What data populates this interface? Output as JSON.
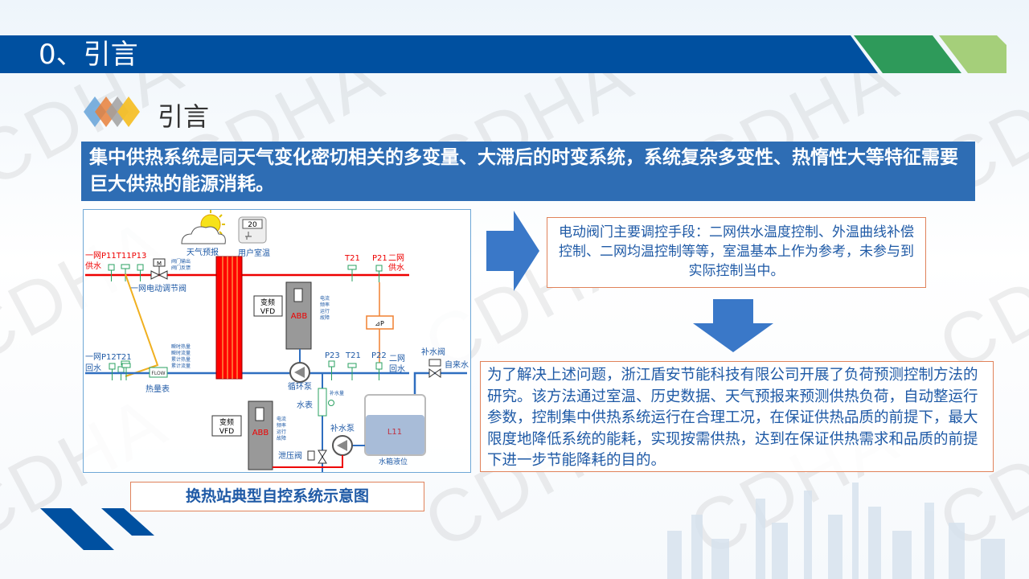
{
  "header": {
    "title": "0、引言"
  },
  "section": {
    "title": "引言"
  },
  "intro": "集中供热系统是同天气变化密切相关的多变量、大滞后的时变系统，系统复杂多变性、热惰性大等特征需要巨大供热的能源消耗。",
  "watermark": "CDHA",
  "diagram": {
    "caption": "换热站典型自控系统示意图",
    "thermostat_value": "20",
    "weather": "天气预报",
    "room_temp": "用户室温",
    "supply1_sensors": "一网P11T11P13",
    "supply1": "供水",
    "valve_m": "M",
    "valve_out": "阀门输出",
    "valve_fb": "阀门反馈",
    "valve1": "一网电动调节阀",
    "return1_sensors": "一网P12T21",
    "return1": "回水",
    "meter_lines": [
      "瞬时热量",
      "瞬时流量",
      "累计热量",
      "累计流量"
    ],
    "flow": "FLOW",
    "heat_meter": "热量表",
    "vfd1": [
      "变频",
      "VFD"
    ],
    "abb": "ABB",
    "drive_lines": [
      "电流",
      "频率",
      "运行",
      "故障"
    ],
    "circ_pump": "循环泵",
    "t21_top": "T21",
    "p21": "P21",
    "supply2a": "二网",
    "supply2b": "供水",
    "dp": "⊿P",
    "p23": "P23",
    "t21": "T21",
    "p22": "P22",
    "return2a": "二网",
    "return2b": "回水",
    "makeup_valve": "补水阀",
    "tap_water": "自来水",
    "makeup_amount": "补水量",
    "water_meter": "水表",
    "makeup_pump": "补水泵",
    "tank_level_id": "L11",
    "tank_level": "水箱液位",
    "relief_valve": "泄压阀",
    "vfd2": [
      "变频",
      "VFD"
    ]
  },
  "box1": "电动阀门主要调控手段：二网供水温度控制、外温曲线补偿控制、二网均温控制等等，室温基本上作为参考，未参与到实际控制当中。",
  "box2": "为了解决上述问题，浙江盾安节能科技有限公司开展了负荷预测控制方法的研究。该方法通过室温、历史数据、天气预报来预测供热负荷，自动整运行参数，控制集中供热系统运行在合理工况，在保证供热品质的前提下，最大限度地降低系统的能耗，实现按需供热，达到在保证供热需求和品质的前提下进一步节能降耗的目的。",
  "colors": {
    "banner": "#0050a0",
    "green": "#2e9a5a",
    "light_green": "#a5cf7a",
    "text_blue": "#1f5aa6",
    "border_orange": "#e0825a",
    "arrow": "#3a78c8"
  }
}
